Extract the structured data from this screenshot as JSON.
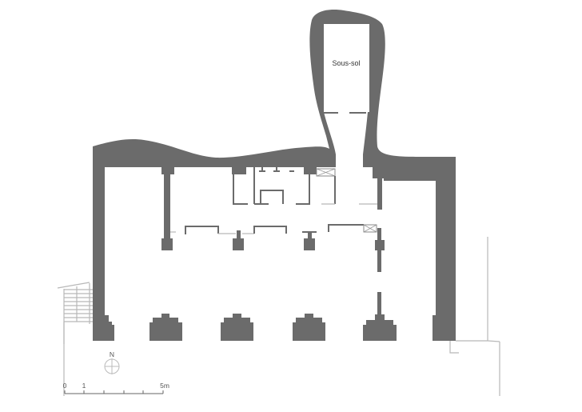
{
  "plan": {
    "room_label": "Sous-sol",
    "north_label": "N",
    "colors": {
      "wall": "#6b6b6b",
      "thin_line": "#6b6b6b",
      "light_line": "#b8b8b8",
      "background": "#ffffff"
    }
  },
  "scale_bar": {
    "labels": [
      "0",
      "1",
      "5m"
    ],
    "divisions": 5
  }
}
